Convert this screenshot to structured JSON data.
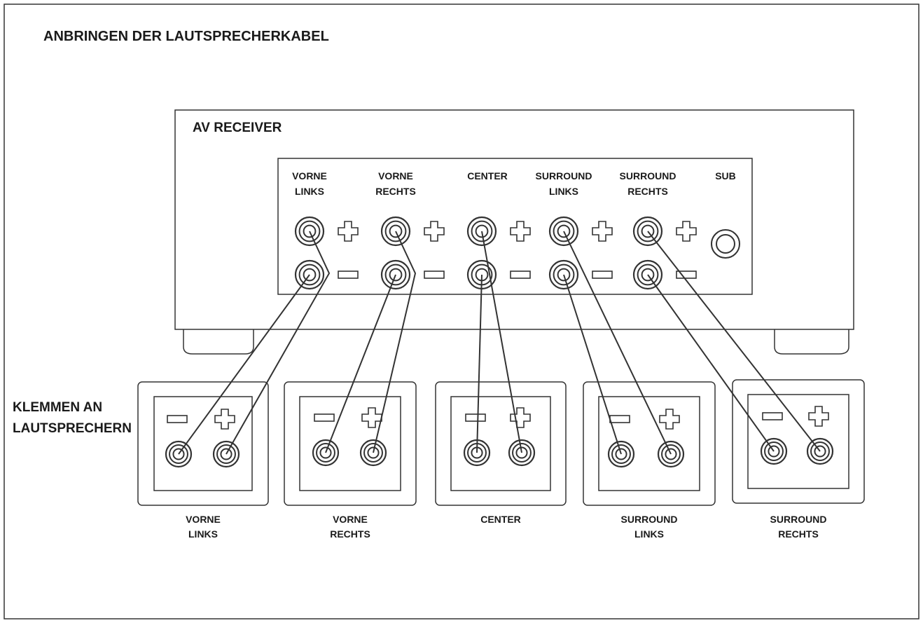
{
  "title": "ANBRINGEN DER LAUTSPRECHERKABEL",
  "receiver": {
    "label": "AV RECEIVER",
    "channels": [
      {
        "id": "vl",
        "line1": "VORNE",
        "line2": "LINKS"
      },
      {
        "id": "vr",
        "line1": "VORNE",
        "line2": "RECHTS"
      },
      {
        "id": "c",
        "line1": "CENTER",
        "line2": ""
      },
      {
        "id": "sl",
        "line1": "SURROUND",
        "line2": "LINKS"
      },
      {
        "id": "sr",
        "line1": "SURROUND",
        "line2": "RECHTS"
      }
    ],
    "sub_label": "SUB"
  },
  "speaker_terminals_label": {
    "line1": "KLEMMEN AN",
    "line2": "LAUTSPRECHERN"
  },
  "speakers": [
    {
      "id": "vl",
      "line1": "VORNE",
      "line2": "LINKS"
    },
    {
      "id": "vr",
      "line1": "VORNE",
      "line2": "RECHTS"
    },
    {
      "id": "c",
      "line1": "CENTER",
      "line2": ""
    },
    {
      "id": "sl",
      "line1": "SURROUND",
      "line2": "LINKS"
    },
    {
      "id": "sr",
      "line1": "SURROUND",
      "line2": "RECHTS"
    }
  ],
  "symbols": {
    "plus": "+",
    "minus": "−"
  }
}
